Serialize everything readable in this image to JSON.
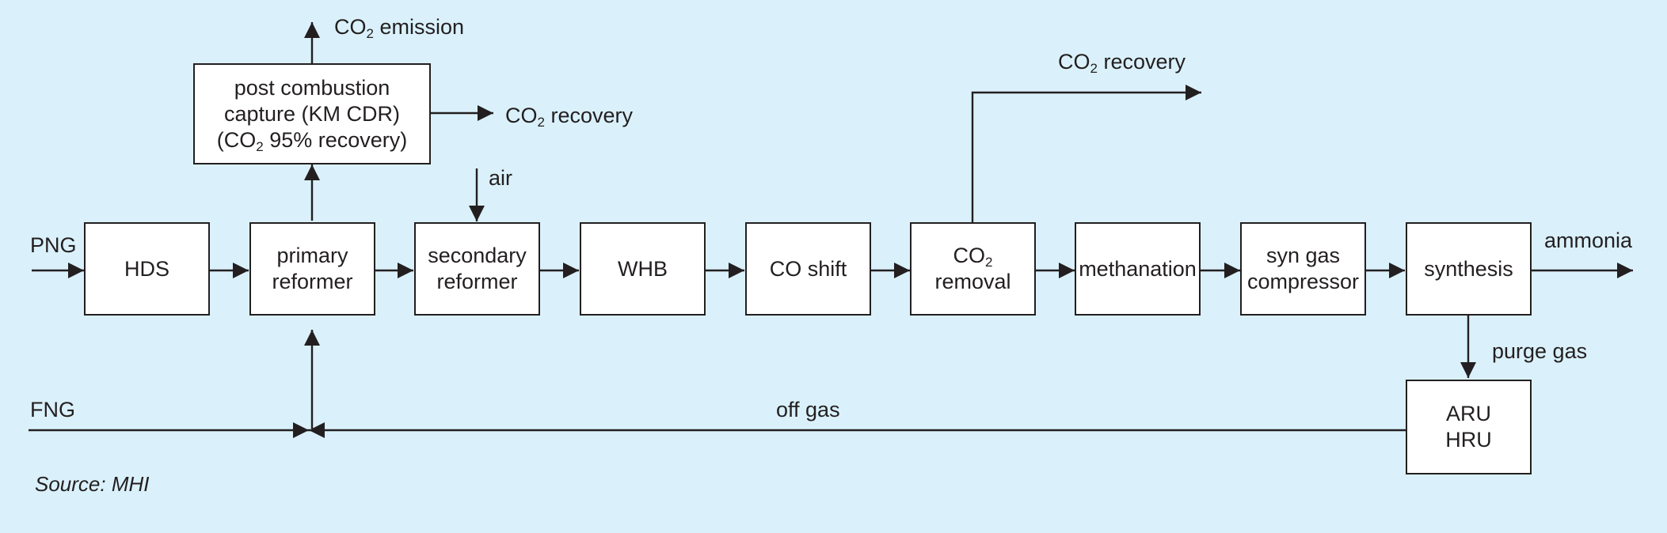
{
  "colors": {
    "background": "#daf1fb",
    "box_fill": "#ffffff",
    "line": "#231f20"
  },
  "boxes": {
    "hds": "HDS",
    "primary_reformer": [
      "primary",
      "reformer"
    ],
    "secondary_reformer": [
      "secondary",
      "reformer"
    ],
    "whb": "WHB",
    "co_shift": "CO shift",
    "co2_removal": {
      "pre": "CO",
      "sub": "2",
      "line2": "removal"
    },
    "methanation": "methanation",
    "syn_gas_compressor": [
      "syn gas",
      "compressor"
    ],
    "synthesis": "synthesis",
    "aru_hru": [
      "ARU",
      "HRU"
    ],
    "post_combustion": {
      "line1": "post combustion",
      "line2": "capture (KM CDR)",
      "line3_pre": "(CO",
      "line3_sub": "2",
      "line3_post": " 95% recovery)"
    }
  },
  "labels": {
    "png": "PNG",
    "fng": "FNG",
    "air": "air",
    "ammonia": "ammonia",
    "purge_gas": "purge gas",
    "off_gas": "off gas",
    "co2_emission": {
      "pre": "CO",
      "sub": "2",
      "post": " emission"
    },
    "co2_recovery_capture": {
      "pre": "CO",
      "sub": "2",
      "post": " recovery"
    },
    "co2_recovery_removal": {
      "pre": "CO",
      "sub": "2",
      "post": " recovery"
    },
    "source": "Source: MHI"
  }
}
